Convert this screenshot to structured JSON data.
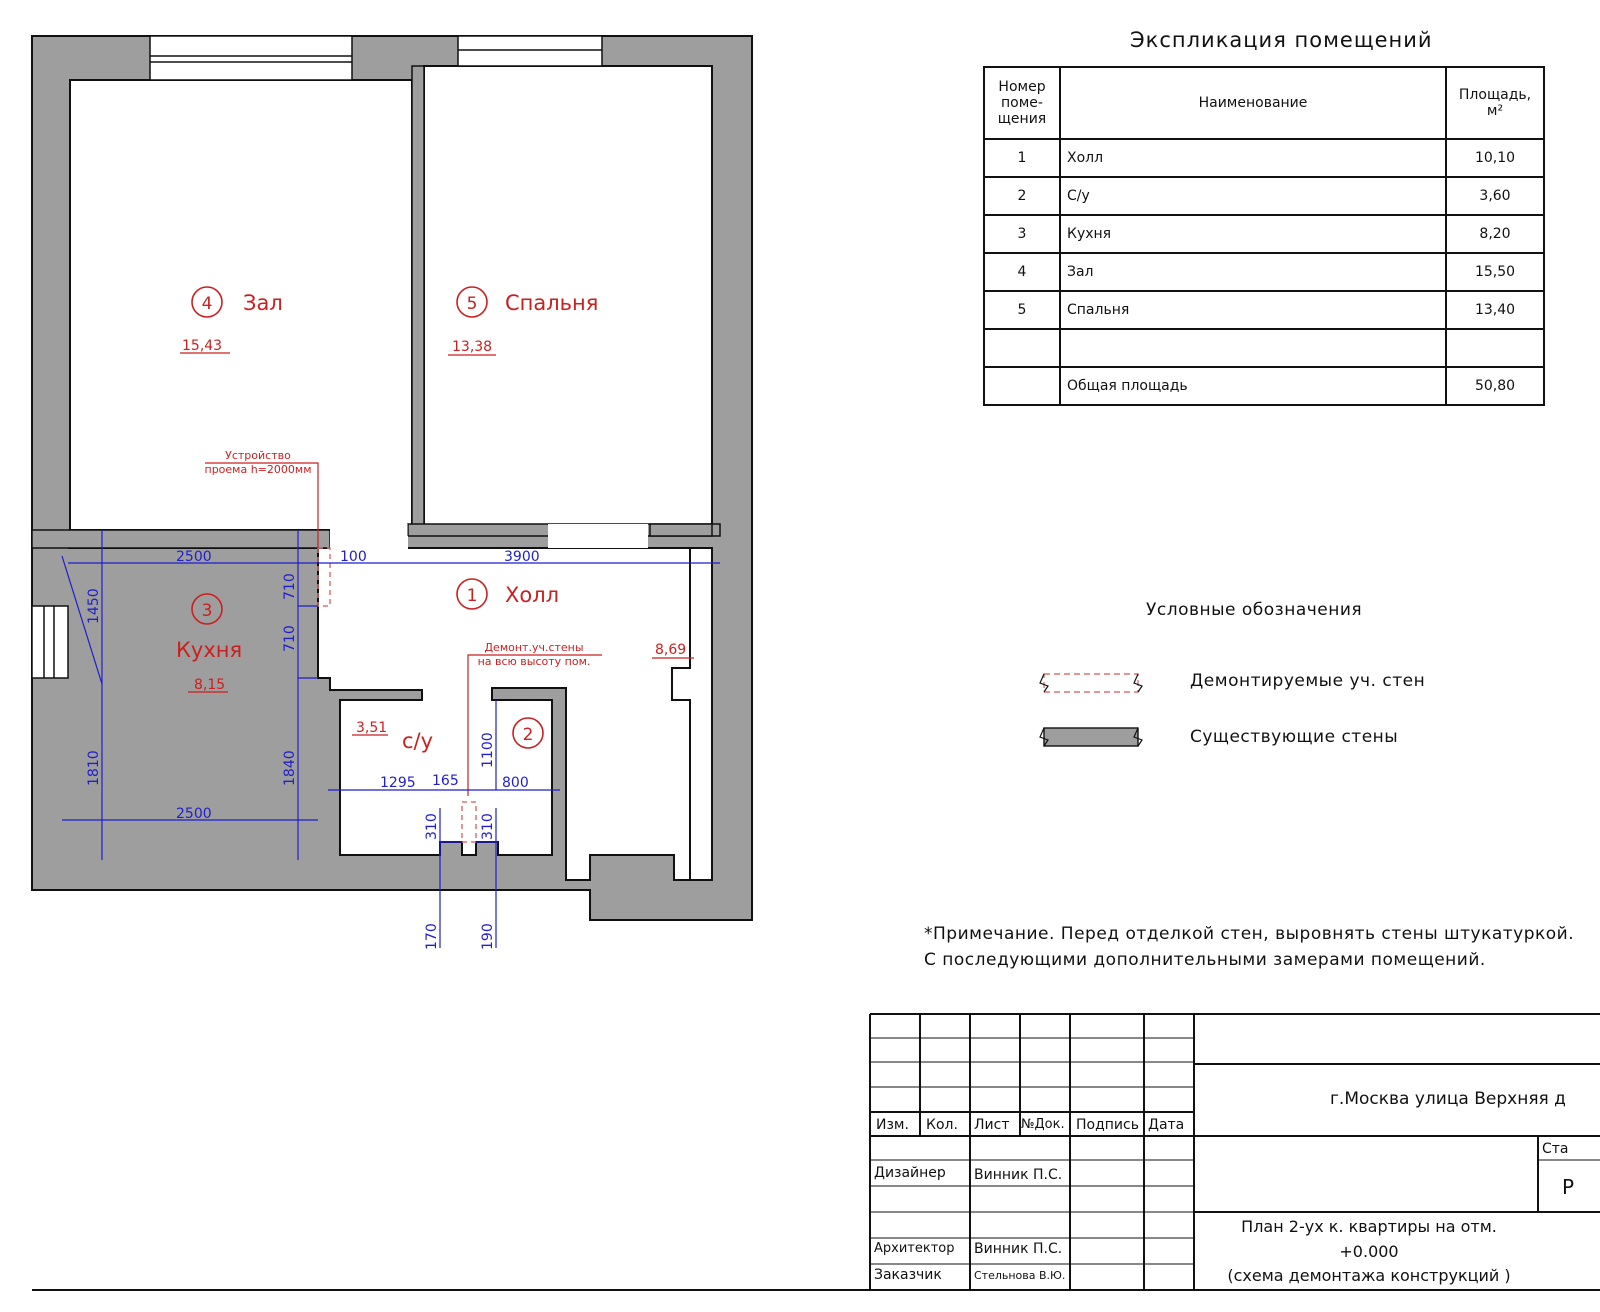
{
  "explication": {
    "title": "Экспликация помещений",
    "headers": {
      "number": "Номер поме-щения",
      "name": "Наименование",
      "area": "Площадь, м²"
    },
    "rows": [
      {
        "num": "1",
        "name": "Холл",
        "area": "10,10"
      },
      {
        "num": "2",
        "name": "С/у",
        "area": "3,60"
      },
      {
        "num": "3",
        "name": "Кухня",
        "area": "8,20"
      },
      {
        "num": "4",
        "name": "Зал",
        "area": "15,50"
      },
      {
        "num": "5",
        "name": "Спальня",
        "area": "13,40"
      },
      {
        "num": "",
        "name": "",
        "area": ""
      }
    ],
    "total": {
      "label": "Общая площадь",
      "value": "50,80"
    }
  },
  "rooms": [
    {
      "id": "4",
      "name": "Зал",
      "area": "15,43"
    },
    {
      "id": "5",
      "name": "Спальня",
      "area": "13,38"
    },
    {
      "id": "1",
      "name": "Холл",
      "area": "8,69"
    },
    {
      "id": "3",
      "name": "Кухня",
      "area": "8,15"
    },
    {
      "id": "2",
      "name": "с/у",
      "area": "3,51"
    }
  ],
  "annotations": {
    "opening": [
      "Устройство",
      "проема h=2000мм"
    ],
    "demolition": [
      "Демонт.уч.стены",
      "на всю высоту пом."
    ]
  },
  "dimensions": {
    "top_kitchen_width": "2500",
    "opening_width": "100",
    "hall_width": "3900",
    "kitchen_upper_height": "1450",
    "opening_height": "710",
    "opening_lower": "710",
    "kitchen_lower_height": "1810",
    "kitchen_right_height": "1840",
    "bottom_kitchen_width": "2500",
    "bath_width": "1295",
    "demolish_width": "165",
    "closet_width": "800",
    "closet_depth": "1100",
    "left_pier": "310",
    "right_pier": "310",
    "bottom_left": "170",
    "bottom_right": "190"
  },
  "legend": {
    "title": "Условные обозначения",
    "items": [
      {
        "label": "Демонтируемые уч. стен",
        "color": "#e07070"
      },
      {
        "label": "Существующие стены",
        "color": "#9e9e9e"
      }
    ]
  },
  "note": {
    "line1": "*Примечание. Перед отделкой стен, выровнять стены штукатуркой.",
    "line2": "С последующими дополнительными замерами помещений."
  },
  "title_block": {
    "columns": [
      "Изм.",
      "Кол.",
      "Лист",
      "№Док.",
      "Подпись",
      "Дата"
    ],
    "roles": [
      {
        "role": "Дизайнер",
        "name": "Винник П.С."
      },
      {
        "role": "Архитектор",
        "name": "Винник П.С."
      },
      {
        "role": "Заказчик",
        "name": "Стельнова В.Ю."
      }
    ],
    "address": "г.Москва улица Верхняя д",
    "stage_label": "Ста",
    "stage_value": "Р",
    "drawing_title": [
      "План 2-ух к. квартиры на отм.",
      "+0.000",
      "(схема демонтажа конструкций )"
    ]
  },
  "colors": {
    "wall": "#9e9e9e",
    "room_label": "#cc1f1f",
    "dimension": "#1f1fcc",
    "ink": "#111111"
  }
}
